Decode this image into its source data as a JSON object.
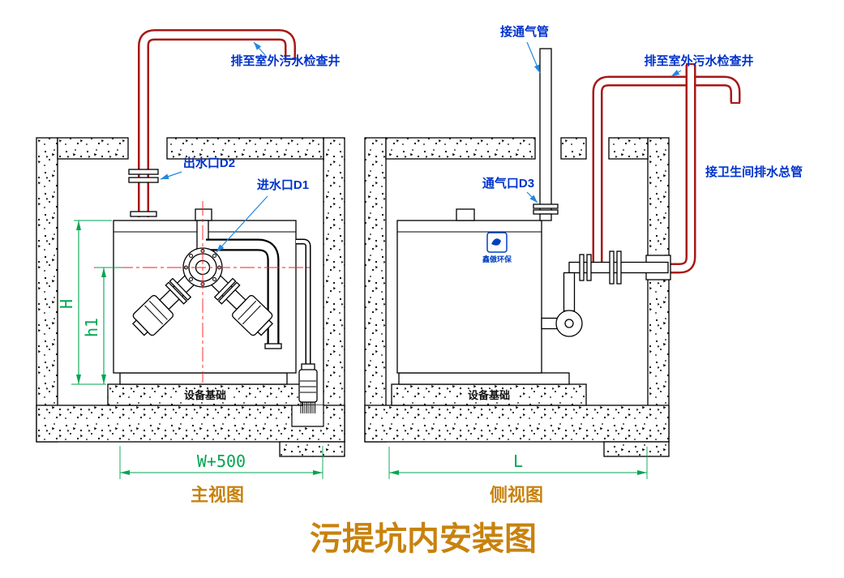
{
  "diagram_title": "污提坑内安装图",
  "front_view": {
    "view_label": "主视图",
    "discharge_label": "排至室外污水检查井",
    "outlet_label": "出水口D2",
    "inlet_label": "进水口D1",
    "foundation_label": "设备基础",
    "dim_height": "H",
    "dim_inner_height": "h1",
    "dim_width": "W+500"
  },
  "side_view": {
    "view_label": "侧视图",
    "vent_connect_label": "接通气管",
    "discharge_label": "排至室外污水检查井",
    "vent_port_label": "通气口D3",
    "toilet_main_label": "接卫生间排水总管",
    "foundation_label": "设备基础",
    "dim_length": "L",
    "brand_text": "鑫傲环保"
  },
  "colors": {
    "pipe_red": "#a81818",
    "centerline_red": "#ff1a1a",
    "dimension_green": "#00a651",
    "callout_blue": "#0033cc",
    "leader_blue": "#2288dd",
    "heading_orange": "#c8820d"
  }
}
